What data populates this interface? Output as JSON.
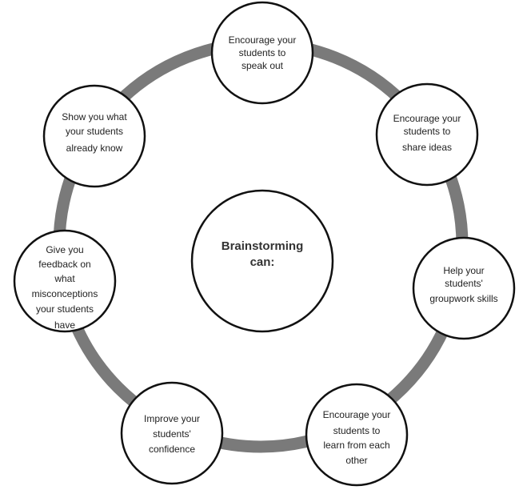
{
  "center": {
    "lines": [
      "Brainstorming",
      "can:"
    ]
  },
  "nodes": [
    {
      "lines": [
        "Encourage your",
        "students to",
        "speak out"
      ]
    },
    {
      "lines": [
        "Encourage your",
        "students to",
        "share ideas"
      ]
    },
    {
      "lines": [
        "Help your",
        "students'",
        "groupwork skills"
      ]
    },
    {
      "lines": [
        "Encourage your",
        "students to",
        "learn from each",
        "other"
      ]
    },
    {
      "lines": [
        "Improve your",
        "students'",
        "confidence"
      ]
    },
    {
      "lines": [
        "Give you",
        "feedback on",
        "what",
        "misconceptions",
        "your students",
        "have"
      ]
    },
    {
      "lines": [
        "Show you what",
        "your students",
        "already know"
      ]
    }
  ],
  "colors": {
    "ring": "#7a7a7a",
    "stroke": "#111111",
    "text": "#222222"
  }
}
